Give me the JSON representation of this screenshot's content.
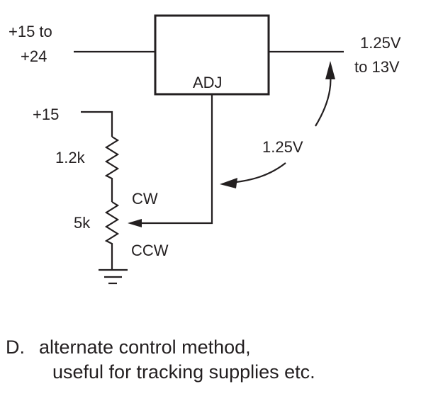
{
  "diagram": {
    "regulator": {
      "pin_label": "ADJ"
    },
    "input_label": [
      "+15 to",
      "+24"
    ],
    "output_label": [
      "1.25V",
      "to 13V"
    ],
    "reference_supply_label": "+15",
    "resistor_label": "1.2k",
    "pot_label": "5k",
    "pot_cw_label": "CW",
    "pot_ccw_label": "CCW",
    "voltage_annotation": "1.25V",
    "caption": {
      "letter": "D.",
      "line1": "alternate control method,",
      "line2": "useful for tracking supplies etc."
    }
  }
}
